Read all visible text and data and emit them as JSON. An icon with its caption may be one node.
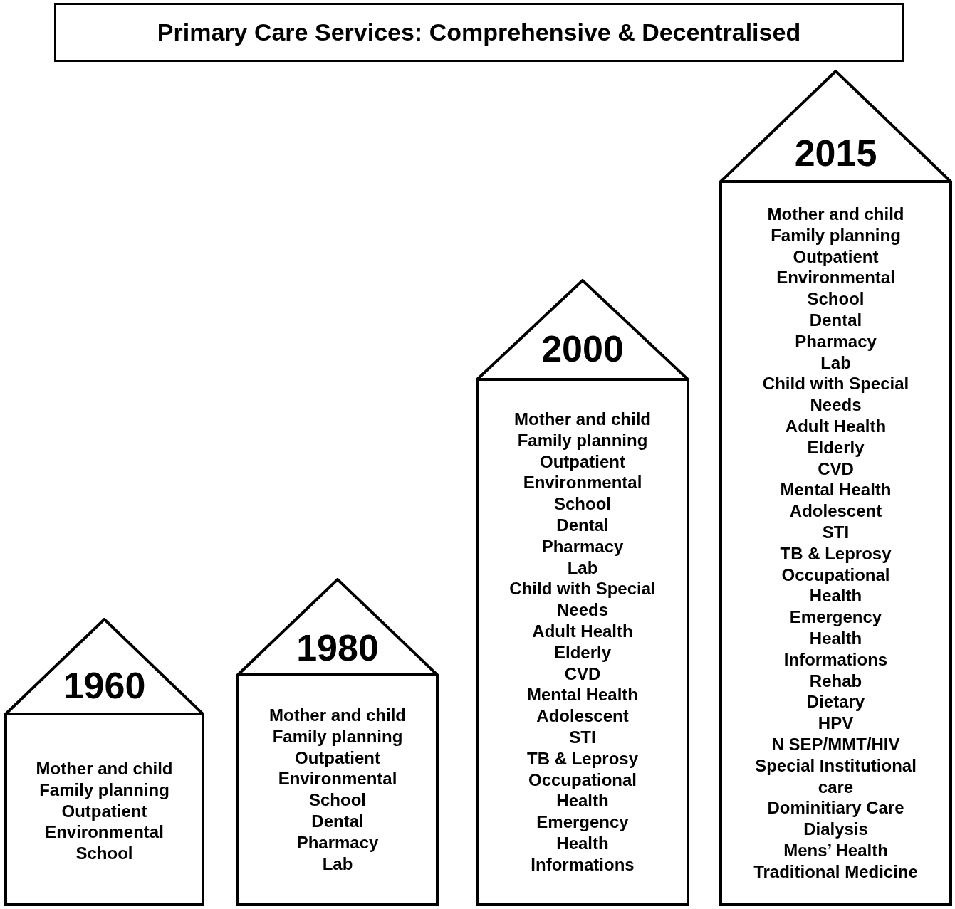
{
  "diagram": {
    "title": "Primary Care Services: Comprehensive & Decentralised",
    "nodes": [
      {
        "text": [
          "1960",
          "Mother and child",
          "Family planning",
          "Outpatient",
          "Environmental",
          "School"
        ]
      },
      {
        "text": [
          "1980",
          "Mother and child",
          "Family planning",
          "Outpatient",
          "Environmental",
          "School",
          "Dental",
          "Pharmacy",
          "Lab"
        ]
      },
      {
        "text": [
          "2000",
          "Mother and child",
          "Family planning",
          "Outpatient",
          "Environmental",
          "School",
          "Dental",
          "Pharmacy",
          "Lab",
          "Child with Special Needs",
          "Adult Health",
          "Elderly",
          "CVD",
          "Mental Health",
          "Adolescent",
          "STI",
          "TB & Leprosy",
          "Occupational Health",
          "Emergency",
          "Health Informations"
        ]
      },
      {
        "text": [
          "2015",
          "Mother and child",
          "Family planning",
          "Outpatient",
          "Environmental",
          "School",
          "Dental",
          "Pharmacy",
          "Lab",
          "Child with Special Needs",
          "Adult Health",
          "Elderly",
          "CVD",
          "Mental Health",
          "Adolescent",
          "STI",
          "TB & Leprosy",
          "Occupational Health",
          "Emergency",
          "Health Informations",
          "Rehab",
          "Dietary",
          "HPV",
          "N SEP/MMT/HIV",
          "Special Institutional care",
          "Dominitiary Care",
          "Dialysis",
          "Mens’ Health",
          "Traditional Medicine"
        ]
      }
    ]
  }
}
